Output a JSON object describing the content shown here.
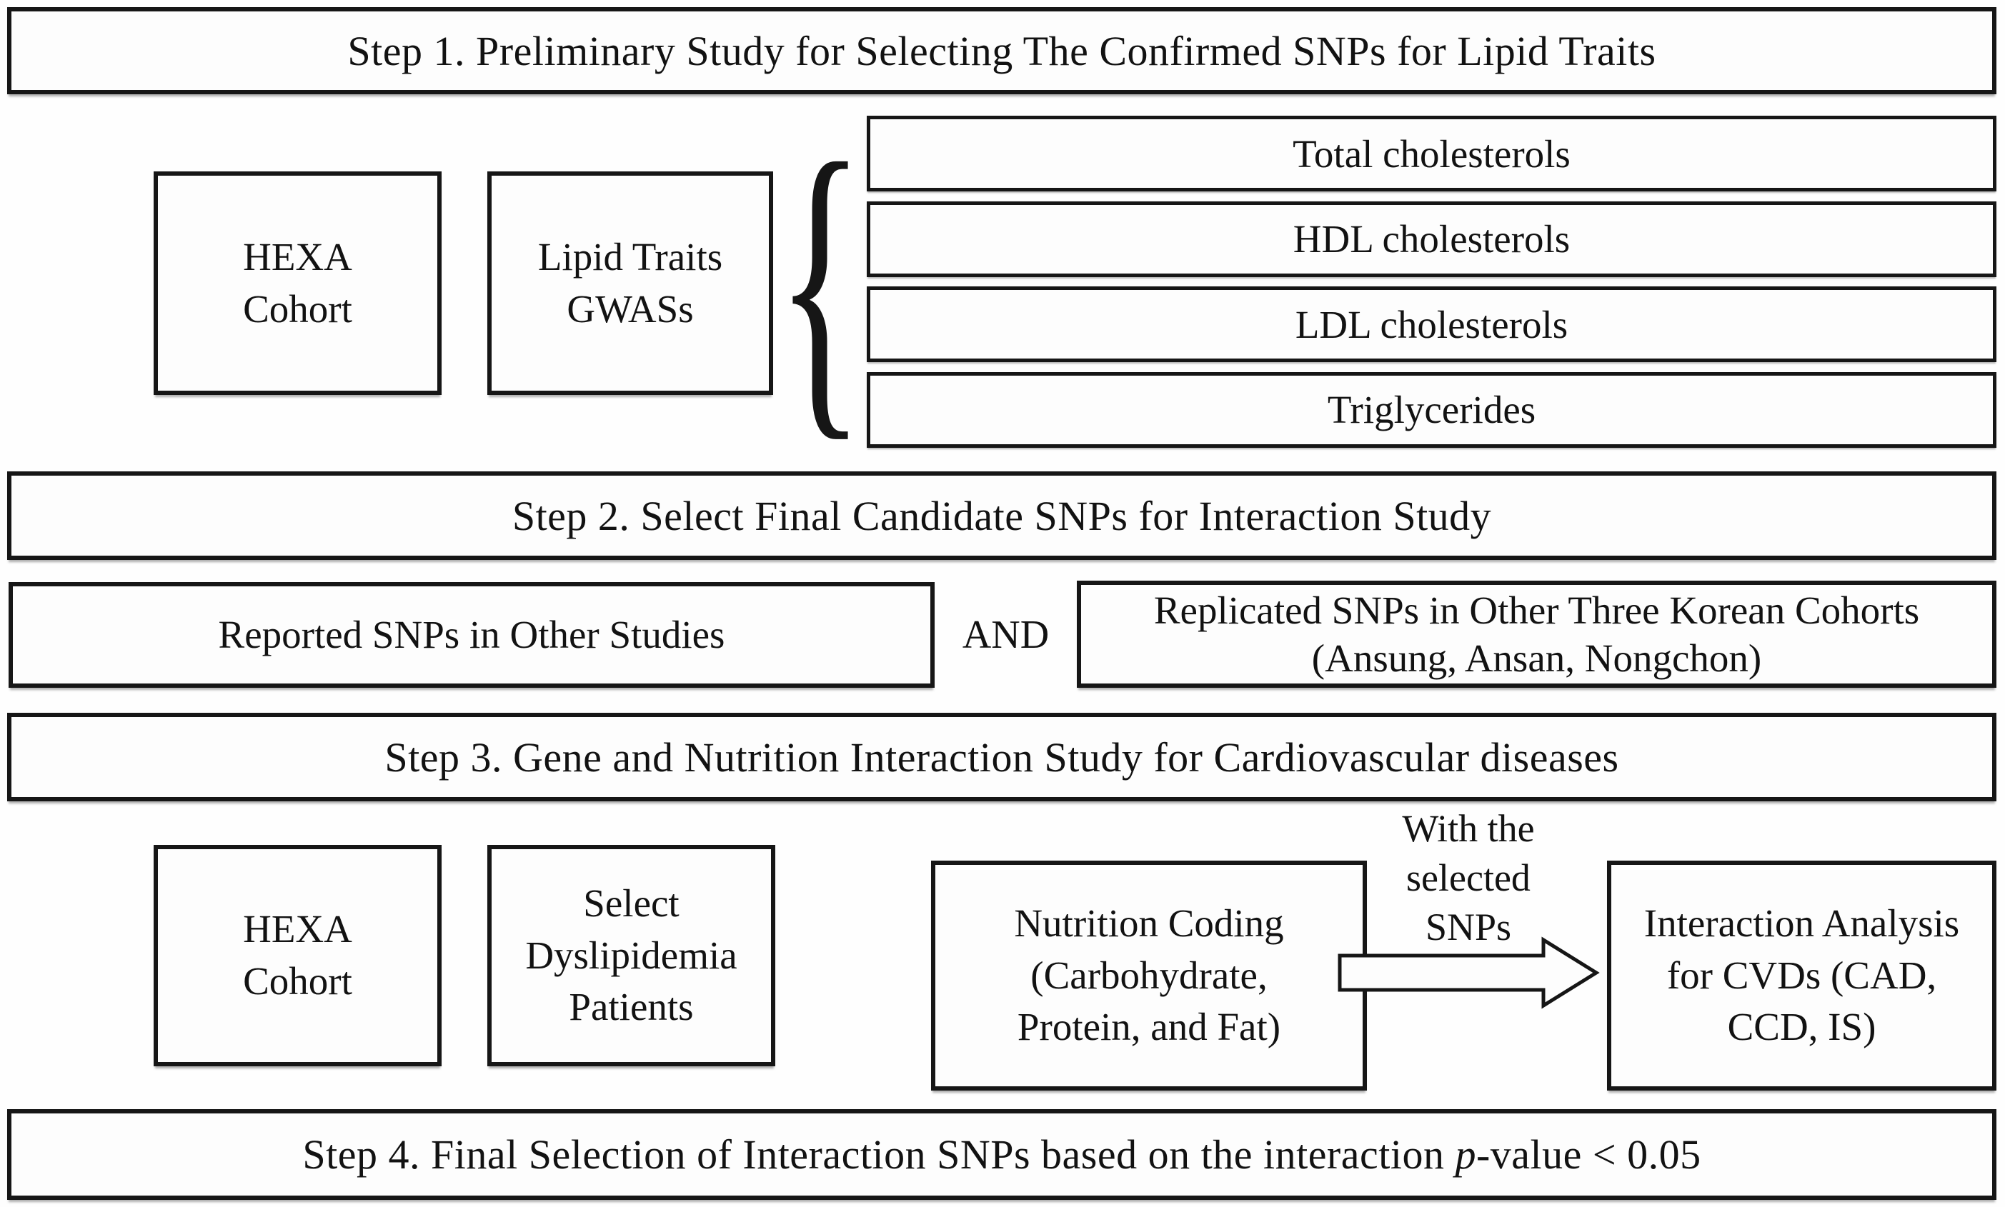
{
  "steps": {
    "step1": {
      "banner": "Step 1. Preliminary Study for Selecting The Confirmed SNPs for Lipid Traits",
      "hexa_cohort": "HEXA\nCohort",
      "gwas": "Lipid Traits\nGWASs",
      "brace_icon": "{",
      "lipid_traits": [
        "Total cholesterols",
        "HDL cholesterols",
        "LDL cholesterols",
        "Triglycerides"
      ]
    },
    "step2": {
      "banner": "Step 2. Select Final Candidate SNPs for Interaction Study",
      "reported": "Reported SNPs in Other Studies",
      "operator": "AND",
      "replicated": "Replicated SNPs in Other Three Korean Cohorts\n(Ansung, Ansan, Nongchon)"
    },
    "step3": {
      "banner": "Step 3. Gene and Nutrition Interaction Study for Cardiovascular diseases",
      "hexa_cohort": "HEXA\nCohort",
      "dyslipidemia": "Select\nDyslipidemia\nPatients",
      "nutrition": "Nutrition Coding\n(Carbohydrate,\nProtein, and Fat)",
      "arrow_label": "With the\nselected\nSNPs",
      "interaction": "Interaction Analysis\nfor CVDs (CAD,\nCCD, IS)"
    },
    "step4": {
      "banner_prefix": "Step 4. Final Selection of Interaction SNPs based on the interaction ",
      "banner_italic": "p",
      "banner_suffix": "-value < 0.05"
    }
  },
  "colors": {
    "background": "#fefefe",
    "line": "#161616",
    "text": "#121212"
  }
}
